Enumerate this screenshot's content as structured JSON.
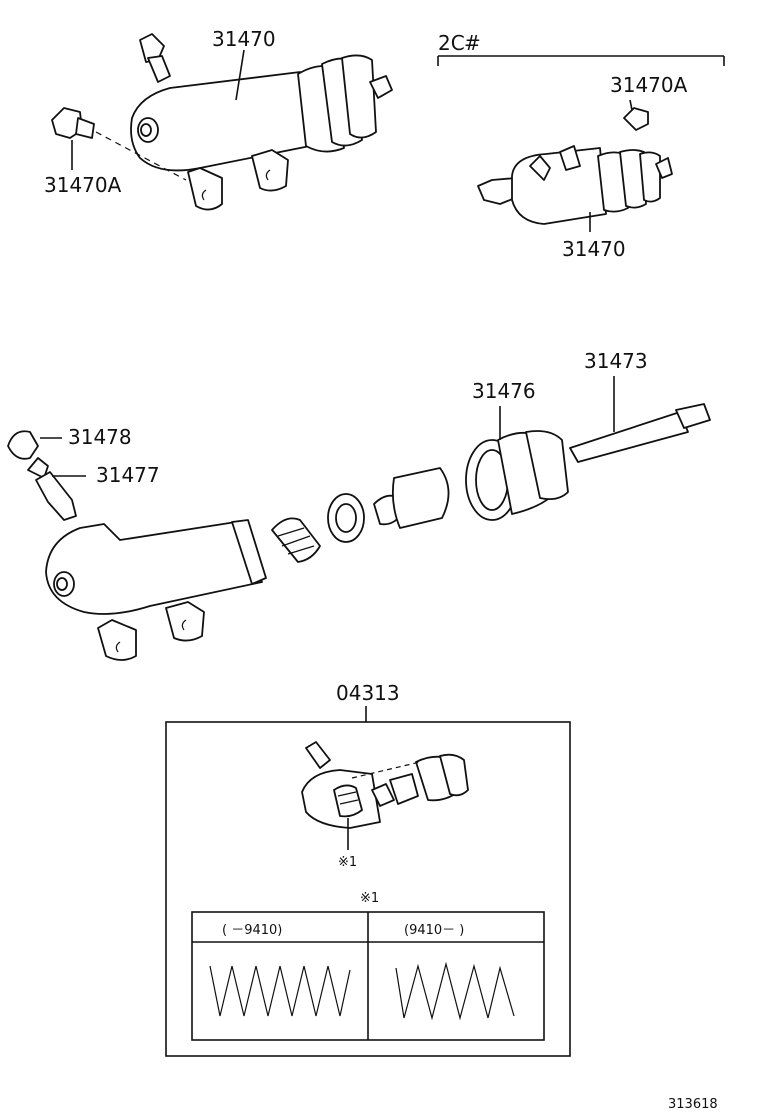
{
  "labels": {
    "cyl_top_left": "31470",
    "bleeder_top_left": "31470A",
    "variant_tag": "2C",
    "variant_mark": "#",
    "bleeder_top_right": "31470A",
    "cyl_top_right": "31470",
    "cap": "31478",
    "plug": "31477",
    "boot": "31476",
    "rod": "31473",
    "kit": "04313",
    "spring_note": "※1",
    "spring_note_header": "※1",
    "footer_id": "313618"
  },
  "spring_table": {
    "col1": "(    －9410)",
    "col2": "(9410－      )"
  }
}
